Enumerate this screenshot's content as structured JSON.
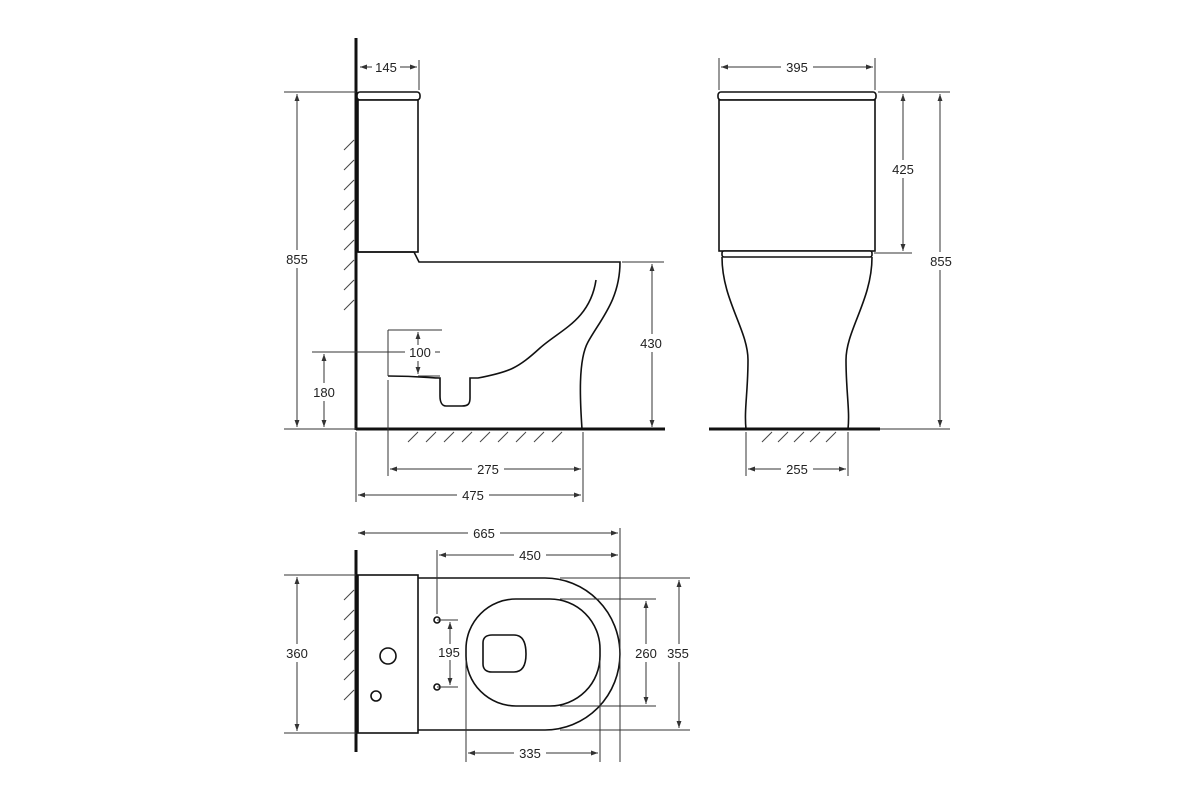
{
  "dimensions": {
    "side_view": {
      "tank_depth": "145",
      "total_height": "855",
      "outlet_height": "180",
      "outlet_diameter": "100",
      "bowl_height": "430",
      "outlet_distance": "275",
      "base_depth": "475"
    },
    "front_view": {
      "tank_width": "395",
      "tank_height": "425",
      "total_height": "855",
      "base_width": "255"
    },
    "top_view": {
      "total_length": "665",
      "bowl_length": "450",
      "tank_width": "360",
      "hole_spacing": "195",
      "seat_width": "260",
      "bowl_width": "355",
      "seat_length": "335"
    }
  }
}
